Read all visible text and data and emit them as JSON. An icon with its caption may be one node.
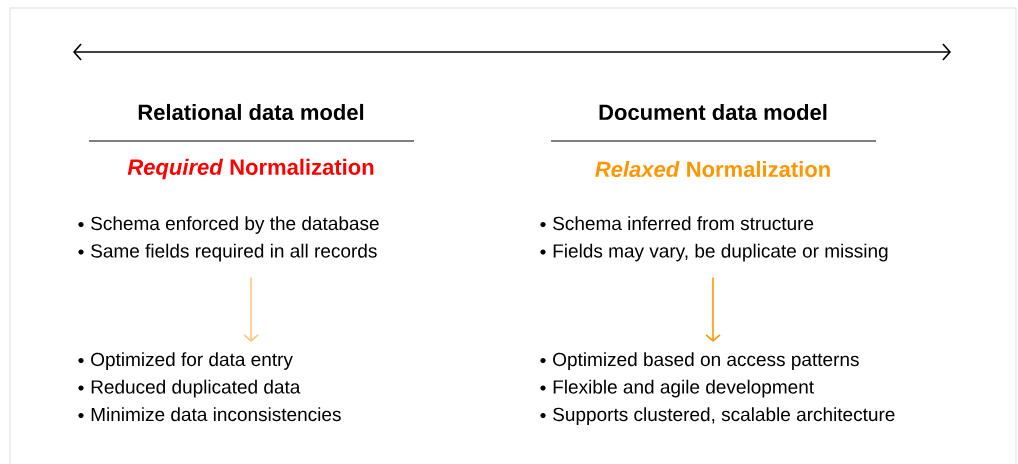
{
  "diagram": {
    "nodes": [
      {
        "text": [
          "Schema enforced by the database",
          "Same fields required in all records"
        ]
      },
      {
        "text": [
          "Optimized for data entry",
          "Reduced duplicated data",
          "Minimize data inconsistencies"
        ]
      },
      {
        "text": [
          "Schema inferred from structure",
          "Fields may vary, be duplicate or missing"
        ]
      },
      {
        "text": [
          "Optimized based on access patterns",
          "Flexible and agile development",
          "Supports clustered, scalable architecture"
        ]
      }
    ],
    "edges": [
      {
        "from": 0,
        "to": 1,
        "arrow": "to",
        "color": "#ffc67a"
      },
      {
        "from": 2,
        "to": 3,
        "arrow": "to",
        "color": "#ff9500"
      }
    ],
    "labels": [
      "Relational data model",
      "*Required* Normalization",
      "Document data model",
      "*Relaxed* Normalization"
    ]
  }
}
